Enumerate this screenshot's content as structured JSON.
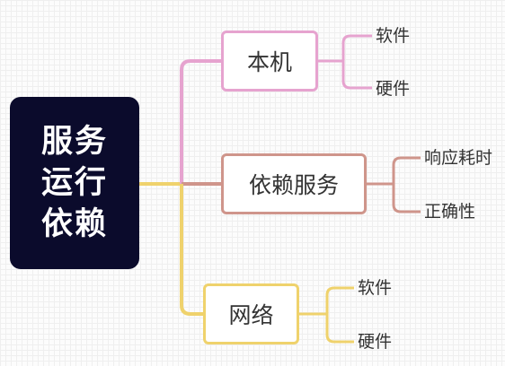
{
  "root": {
    "lines": [
      "服务",
      "运行",
      "依赖"
    ],
    "background": "#0b0b2c",
    "text_color": "#ffffff"
  },
  "branches": [
    {
      "id": "local",
      "label": "本机",
      "color": "#e6a3cf",
      "children": [
        "软件",
        "硬件"
      ]
    },
    {
      "id": "dependency",
      "label": "依赖服务",
      "color": "#cf958b",
      "children": [
        "响应耗时",
        "正确性"
      ]
    },
    {
      "id": "network",
      "label": "网络",
      "color": "#efd26c",
      "children": [
        "软件",
        "硬件"
      ]
    }
  ]
}
